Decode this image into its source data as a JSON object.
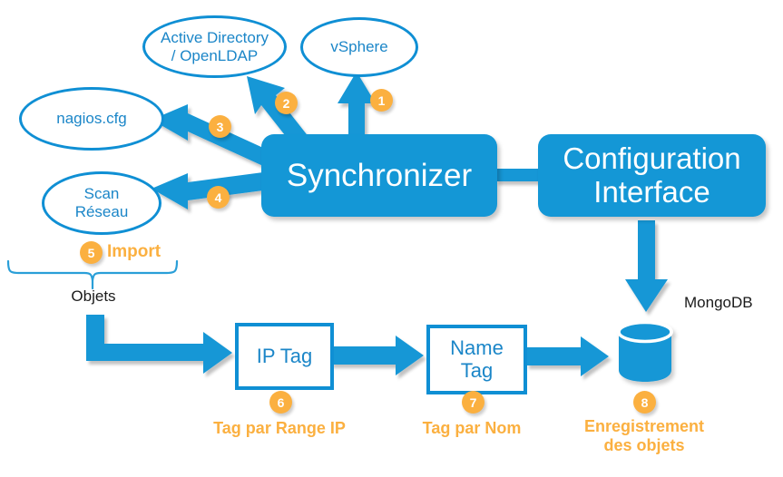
{
  "diagram": {
    "title": "Synchronizer / Configuration Interface object import and tagging flow",
    "colors": {
      "blue": "#1497d6",
      "blue_stroke": "#0f8fd4",
      "blue_text": "#1b86c8",
      "orange": "#fbb040",
      "white": "#ffffff",
      "black": "#1a1a1a"
    }
  },
  "sources": {
    "active_directory": {
      "line1": "Active Directory",
      "line2": "/ OpenLDAP"
    },
    "vsphere": {
      "label": "vSphere"
    },
    "nagios": {
      "label": "nagios.cfg"
    },
    "scan": {
      "line1": "Scan",
      "line2": "Réseau"
    }
  },
  "processes": {
    "synchronizer": {
      "label": "Synchronizer"
    },
    "config_interface": {
      "line1": "Configuration",
      "line2": "Interface"
    }
  },
  "pipeline": {
    "ip_tag": {
      "label": "IP Tag"
    },
    "name_tag": {
      "line1": "Name",
      "line2": "Tag"
    },
    "database": {
      "label": "MongoDB"
    }
  },
  "brace": {
    "objets_label": "Objets",
    "import_label": "Import"
  },
  "captions": {
    "tag_range_ip": "Tag par Range IP",
    "tag_par_nom": "Tag par Nom",
    "enregistrement_l1": "Enregistrement",
    "enregistrement_l2": "des objets"
  },
  "badges": {
    "b1": "1",
    "b2": "2",
    "b3": "3",
    "b4": "4",
    "b5": "5",
    "b6": "6",
    "b7": "7",
    "b8": "8"
  }
}
